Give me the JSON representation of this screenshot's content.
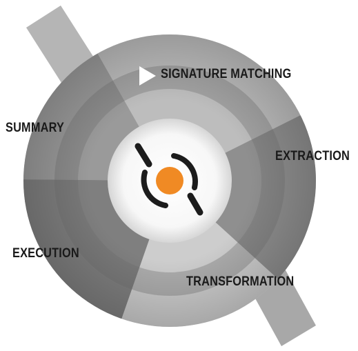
{
  "stages": [
    {
      "label": "SIGNATURE MATCHING"
    },
    {
      "label": "EXTRACTION"
    },
    {
      "label": "TRANSFORMATION"
    },
    {
      "label": "EXECUTION"
    },
    {
      "label": "SUMMARY"
    }
  ],
  "colors": {
    "logo_dark": "#1c1c1c",
    "logo_accent": "#f08a24",
    "label_text": "#1a1a1a",
    "segment_shades": [
      "#9e9e9e",
      "#b8b8b8",
      "#8c8c8c",
      "#c9c9c9",
      "#7d7d7d"
    ]
  },
  "icons": {
    "pointer": "play-triangle-icon",
    "center_logo": "orange-dot-logo-icon"
  }
}
